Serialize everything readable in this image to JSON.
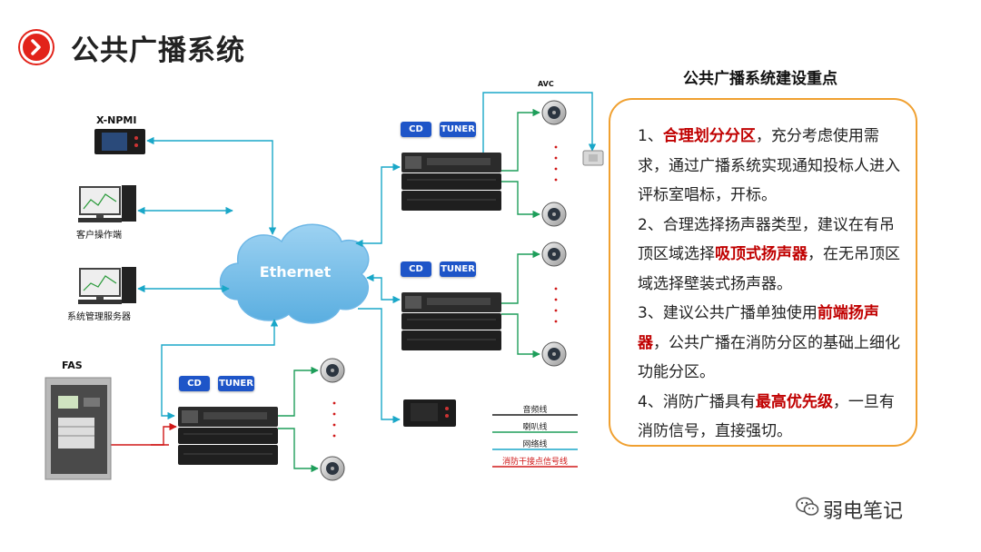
{
  "title": "公共广播系统",
  "diagram": {
    "cloud_label": "Ethernet",
    "devices": {
      "xnpmi": "X-NPMI",
      "client": "客户操作端",
      "server": "系统管理服务器",
      "fas": "FAS",
      "avc": "AVC"
    },
    "chips": {
      "cd": "CD",
      "tuner": "TUNER"
    },
    "legend": [
      {
        "label": "音频线",
        "color": "#1a1a1a"
      },
      {
        "label": "喇叭线",
        "color": "#1e9e5a"
      },
      {
        "label": "网络线",
        "color": "#1aa7c8"
      },
      {
        "label": "消防干接点信号线",
        "color": "#d01818"
      }
    ]
  },
  "panel": {
    "heading": "公共广播系统建设重点",
    "points": [
      {
        "pre": "1、",
        "highlight": "合理划分分区",
        "post": "，充分考虑使用需求，通过广播系统实现通知投标人进入评标室唱标，开标。"
      },
      {
        "pre": "2、合理选择扬声器类型，建议在有吊顶区域选择",
        "highlight": "吸顶式扬声器",
        "post": "，在无吊顶区域选择壁装式扬声器。"
      },
      {
        "pre": "3、建议公共广播单独使用",
        "highlight": "前端扬声器",
        "post": "，公共广播在消防分区的基础上细化功能分区。"
      },
      {
        "pre": "4、消防广播具有",
        "highlight": "最高优先级",
        "post": "，一旦有消防信号，直接强切。"
      }
    ]
  },
  "watermark": "弱电笔记",
  "colors": {
    "accent": "#e2231a",
    "highlight": "#c00000",
    "panel_border": "#f0a030",
    "network": "#1aa7c8",
    "speaker_line": "#1e9e5a",
    "fire_signal": "#d01818",
    "chip": "#1e55c8"
  }
}
